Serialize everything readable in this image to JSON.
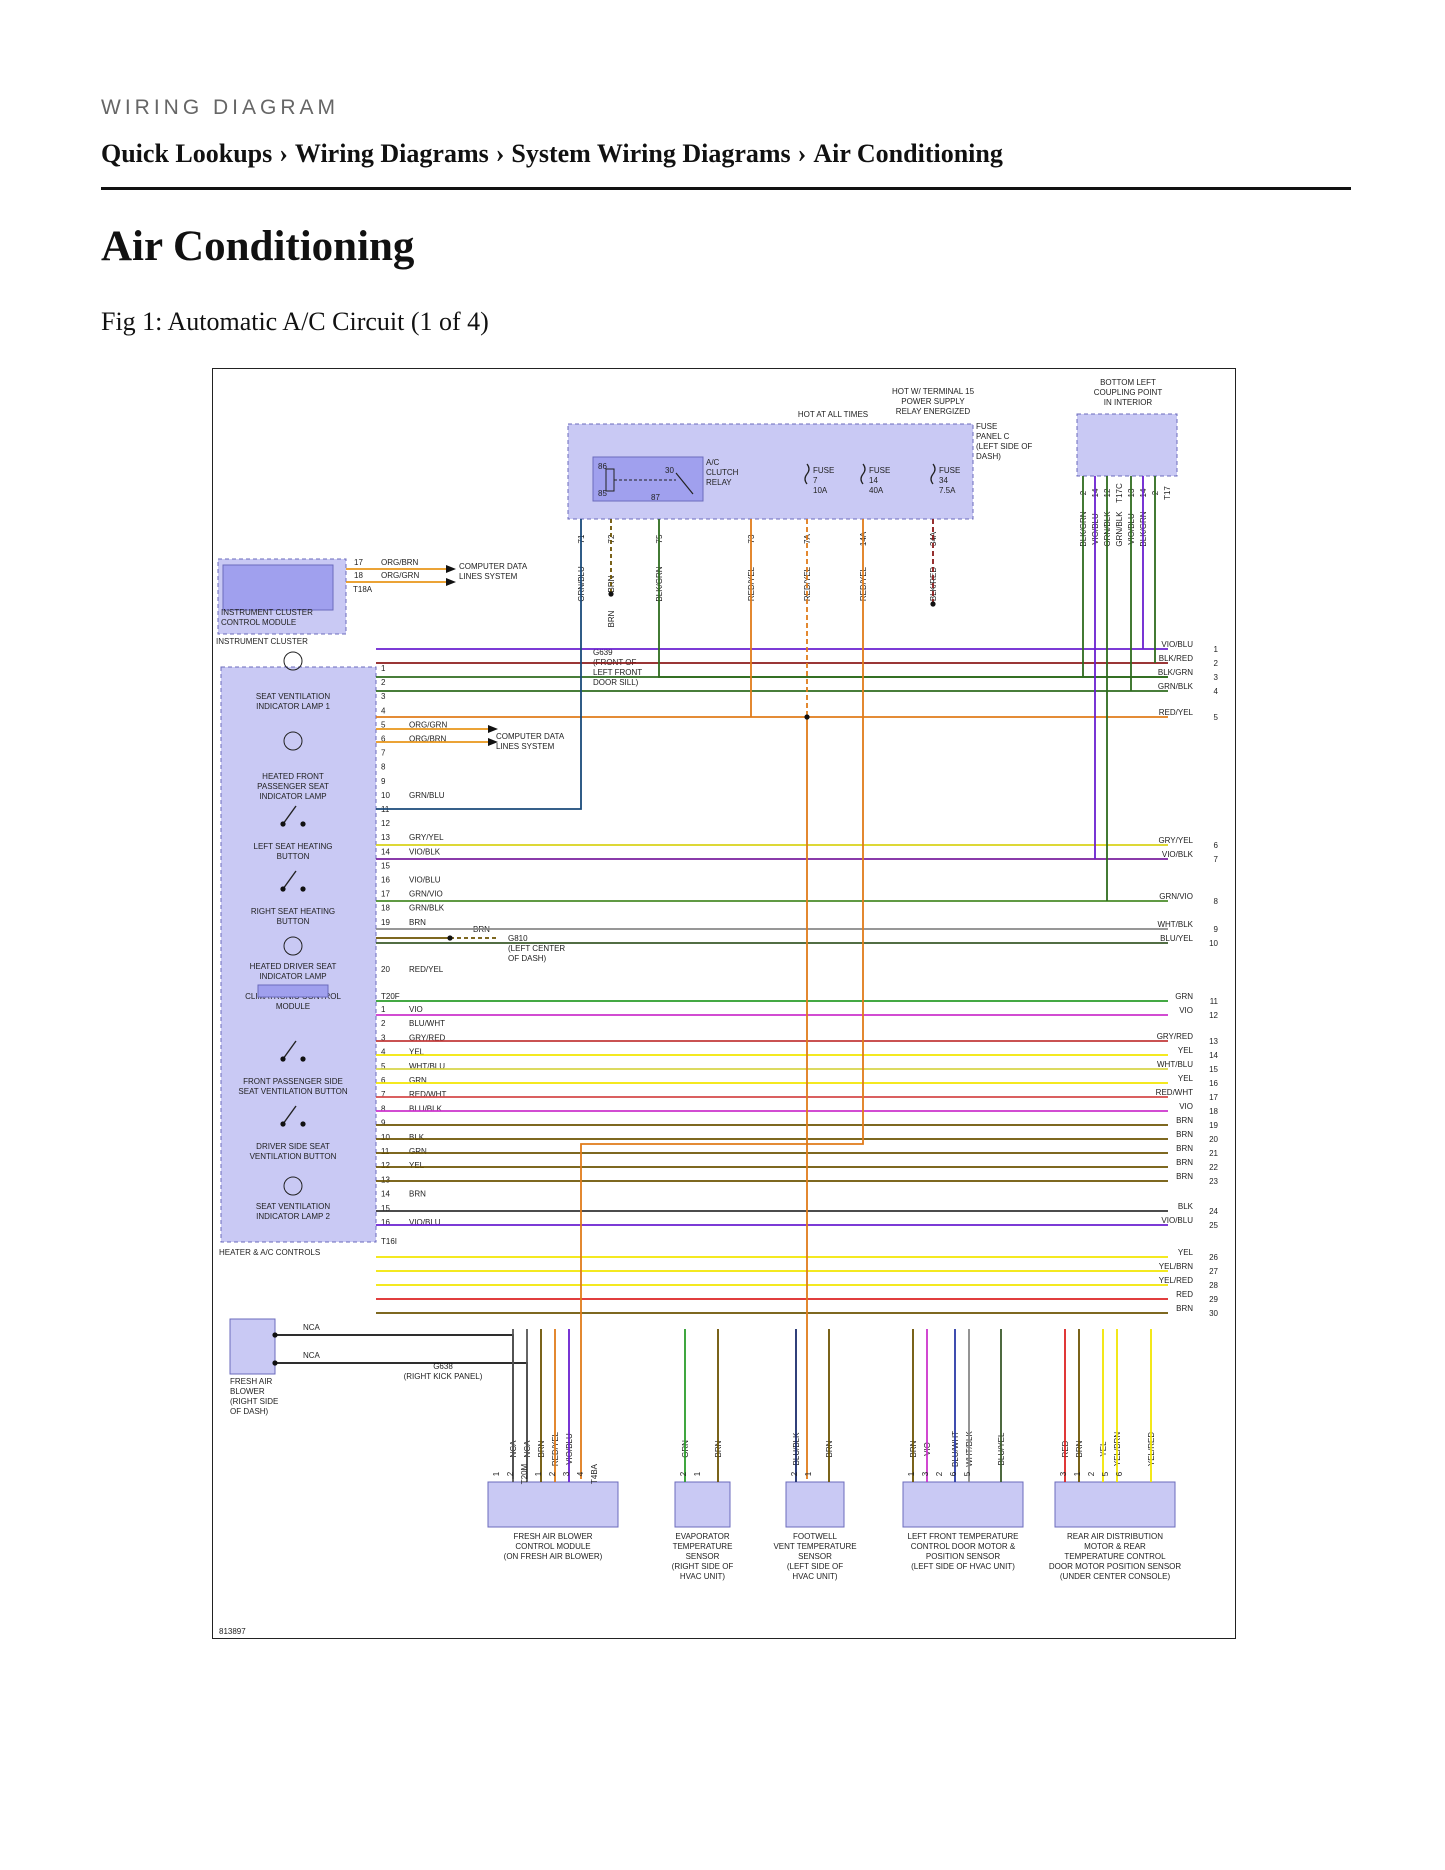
{
  "header": {
    "eyebrow": "WIRING DIAGRAM",
    "breadcrumb": [
      "Quick Lookups",
      "Wiring Diagrams",
      "System Wiring Diagrams",
      "Air Conditioning"
    ],
    "separator": "›"
  },
  "page": {
    "title": "Air Conditioning",
    "figure_caption": "Fig 1: Automatic A/C Circuit (1 of 4)"
  },
  "diagram": {
    "figure_id": "813897",
    "top_labels": {
      "hot_always": "HOT AT ALL TIMES",
      "hot_t15": [
        "HOT W/ TERMINAL 15",
        "POWER SUPPLY",
        "RELAY ENERGIZED"
      ],
      "coupling_point": [
        "BOTTOM LEFT",
        "COUPLING POINT",
        "IN INTERIOR"
      ],
      "fuse_panel": [
        "FUSE",
        "PANEL C",
        "(LEFT SIDE OF",
        "DASH)"
      ]
    },
    "relay": {
      "label": [
        "A/C",
        "CLUTCH",
        "RELAY"
      ],
      "pins": [
        "86",
        "30",
        "85",
        "87"
      ]
    },
    "fuses": [
      {
        "label": [
          "FUSE",
          "7",
          "10A"
        ]
      },
      {
        "label": [
          "FUSE",
          "14",
          "40A"
        ]
      },
      {
        "label": [
          "FUSE",
          "34",
          "7.5A"
        ]
      }
    ],
    "top_pins": [
      "71",
      "72",
      "75",
      "73",
      "7A",
      "14A",
      "34A"
    ],
    "top_wires": [
      "GRN/BLU",
      "BRN",
      "BLK/GRN",
      "RED/YEL",
      "RED/YEL",
      "RED/YEL",
      "BLK/RED"
    ],
    "brn_ground": [
      "BRN",
      "G639",
      "(FRONT OF",
      "LEFT FRONT",
      "DOOR SILL)"
    ],
    "coupling_pins": [
      "2",
      "14",
      "12",
      "T17C",
      "13",
      "14",
      "2",
      "T17"
    ],
    "coupling_wires": [
      "BLK/GRN",
      "VIO/BLU",
      "GRN/BLK",
      "GRN/BLK",
      "VIO/BLU",
      "BLK/GRN"
    ],
    "instrument_cluster": {
      "label": [
        "INSTRUMENT CLUSTER",
        "CONTROL MODULE"
      ],
      "group": "INSTRUMENT CLUSTER",
      "connector": "T18A",
      "pins": [
        {
          "num": "17",
          "wire": "ORG/BRN"
        },
        {
          "num": "18",
          "wire": "ORG/GRN"
        }
      ],
      "dest": [
        "COMPUTER DATA",
        "LINES SYSTEM"
      ]
    },
    "heater_controls": {
      "group": "HEATER & A/C CONTROLS",
      "components": [
        [
          "SEAT VENTILATION",
          "INDICATOR LAMP 1"
        ],
        [
          "HEATED FRONT",
          "PASSENGER SEAT",
          "INDICATOR LAMP"
        ],
        [
          "LEFT SEAT HEATING",
          "BUTTON"
        ],
        [
          "RIGHT SEAT HEATING",
          "BUTTON"
        ],
        [
          "HEATED DRIVER SEAT",
          "INDICATOR LAMP"
        ],
        [
          "CLIMATRONIC CONTROL",
          "MODULE"
        ],
        [
          "FRONT PASSENGER SIDE",
          "SEAT VENTILATION BUTTON"
        ],
        [
          "DRIVER SIDE SEAT",
          "VENTILATION BUTTON"
        ],
        [
          "SEAT VENTILATION",
          "INDICATOR LAMP 2"
        ]
      ],
      "connector_a": "T20F",
      "connector_b": "T16I",
      "pins_a": [
        {
          "num": "1",
          "wire": ""
        },
        {
          "num": "2",
          "wire": ""
        },
        {
          "num": "3",
          "wire": ""
        },
        {
          "num": "4",
          "wire": ""
        },
        {
          "num": "5",
          "wire": "ORG/GRN"
        },
        {
          "num": "6",
          "wire": "ORG/BRN"
        },
        {
          "num": "7",
          "wire": ""
        },
        {
          "num": "8",
          "wire": ""
        },
        {
          "num": "9",
          "wire": ""
        },
        {
          "num": "10",
          "wire": "GRN/BLU"
        },
        {
          "num": "11",
          "wire": ""
        },
        {
          "num": "12",
          "wire": ""
        },
        {
          "num": "13",
          "wire": "GRY/YEL"
        },
        {
          "num": "14",
          "wire": "VIO/BLK"
        },
        {
          "num": "15",
          "wire": ""
        },
        {
          "num": "16",
          "wire": "VIO/BLU"
        },
        {
          "num": "17",
          "wire": "GRN/VIO"
        },
        {
          "num": "18",
          "wire": "GRN/BLK"
        },
        {
          "num": "19",
          "wire": "BRN"
        },
        {
          "num": "20",
          "wire": "RED/YEL"
        }
      ],
      "pins_b": [
        {
          "num": "1",
          "wire": "VIO"
        },
        {
          "num": "2",
          "wire": "BLU/WHT"
        },
        {
          "num": "3",
          "wire": "GRY/RED"
        },
        {
          "num": "4",
          "wire": "YEL"
        },
        {
          "num": "5",
          "wire": "WHT/BLU"
        },
        {
          "num": "6",
          "wire": "GRN"
        },
        {
          "num": "7",
          "wire": "RED/WHT"
        },
        {
          "num": "8",
          "wire": "BLU/BLK"
        },
        {
          "num": "9",
          "wire": ""
        },
        {
          "num": "10",
          "wire": "BLK"
        },
        {
          "num": "11",
          "wire": "GRN"
        },
        {
          "num": "12",
          "wire": "YEL"
        },
        {
          "num": "13",
          "wire": ""
        },
        {
          "num": "14",
          "wire": "BRN"
        },
        {
          "num": "15",
          "wire": ""
        },
        {
          "num": "16",
          "wire": "VIO/BLU"
        }
      ],
      "dest": [
        "COMPUTER DATA",
        "LINES SYSTEM"
      ]
    },
    "g810": [
      "BRN",
      "G810",
      "(LEFT CENTER",
      "OF DASH)"
    ],
    "g638": [
      "G638",
      "(RIGHT KICK PANEL)"
    ],
    "right_refs": [
      {
        "n": "1",
        "wire": "VIO/BLU"
      },
      {
        "n": "2",
        "wire": "BLK/RED"
      },
      {
        "n": "3",
        "wire": "BLK/GRN"
      },
      {
        "n": "4",
        "wire": "GRN/BLK"
      },
      {
        "n": "5",
        "wire": "RED/YEL"
      },
      {
        "n": "6",
        "wire": "GRY/YEL"
      },
      {
        "n": "7",
        "wire": "VIO/BLK"
      },
      {
        "n": "8",
        "wire": "GRN/VIO"
      },
      {
        "n": "9",
        "wire": "WHT/BLK"
      },
      {
        "n": "10",
        "wire": "BLU/YEL"
      },
      {
        "n": "11",
        "wire": "GRN"
      },
      {
        "n": "12",
        "wire": "VIO"
      },
      {
        "n": "13",
        "wire": "GRY/RED"
      },
      {
        "n": "14",
        "wire": "YEL"
      },
      {
        "n": "15",
        "wire": "WHT/BLU"
      },
      {
        "n": "16",
        "wire": "YEL"
      },
      {
        "n": "17",
        "wire": "RED/WHT"
      },
      {
        "n": "18",
        "wire": "VIO"
      },
      {
        "n": "19",
        "wire": "BRN"
      },
      {
        "n": "20",
        "wire": "BRN"
      },
      {
        "n": "21",
        "wire": "BRN"
      },
      {
        "n": "22",
        "wire": "BRN"
      },
      {
        "n": "23",
        "wire": "BRN"
      },
      {
        "n": "24",
        "wire": "BLK"
      },
      {
        "n": "25",
        "wire": "VIO/BLU"
      },
      {
        "n": "26",
        "wire": "YEL"
      },
      {
        "n": "27",
        "wire": "YEL/BRN"
      },
      {
        "n": "28",
        "wire": "YEL/RED"
      },
      {
        "n": "29",
        "wire": "RED"
      },
      {
        "n": "30",
        "wire": "BRN"
      }
    ],
    "blower": {
      "label": [
        "FRESH AIR",
        "BLOWER",
        "(RIGHT SIDE",
        "OF DASH)"
      ],
      "wires": [
        "NCA",
        "NCA"
      ]
    },
    "bottom_components": [
      {
        "label": [
          "FRESH AIR BLOWER",
          "CONTROL MODULE",
          "(ON FRESH AIR BLOWER)"
        ],
        "pins": [
          "1",
          "2",
          "T20M",
          "1",
          "2",
          "3",
          "4",
          "T4BA"
        ],
        "wires": [
          "NCA",
          "NCA",
          "BRN",
          "RED/YEL",
          "VIO/BLU"
        ]
      },
      {
        "label": [
          "EVAPORATOR",
          "TEMPERATURE",
          "SENSOR",
          "(RIGHT SIDE OF",
          "HVAC UNIT)"
        ],
        "pins": [
          "2",
          "1"
        ],
        "wires": [
          "GRN",
          "BRN"
        ]
      },
      {
        "label": [
          "FOOTWELL",
          "VENT TEMPERATURE",
          "SENSOR",
          "(LEFT SIDE OF",
          "HVAC UNIT)"
        ],
        "pins": [
          "2",
          "1"
        ],
        "wires": [
          "BLU/BLK",
          "BRN"
        ]
      },
      {
        "label": [
          "LEFT FRONT TEMPERATURE",
          "CONTROL DOOR MOTOR &",
          "POSITION SENSOR",
          "(LEFT SIDE OF HVAC UNIT)"
        ],
        "pins": [
          "1",
          "3",
          "2",
          "6",
          "5"
        ],
        "wires": [
          "BRN",
          "VIO",
          "BLU/WHT",
          "WHT/BLK",
          "BLU/YEL"
        ]
      },
      {
        "label": [
          "REAR AIR DISTRIBUTION",
          "MOTOR & REAR",
          "TEMPERATURE CONTROL",
          "DOOR MOTOR POSITION SENSOR",
          "(UNDER CENTER CONSOLE)"
        ],
        "pins": [
          "3",
          "1",
          "2",
          "5",
          "6"
        ],
        "wires": [
          "RED",
          "BRN",
          "YEL",
          "YEL/BRN",
          "YEL/RED"
        ]
      }
    ],
    "colors": {
      "module_fill": "#c9c9f4",
      "module_fill_dark": "#a0a0ee",
      "GRN": "#2a9d2a",
      "BLK/GRN": "#2e6b1e",
      "GRN/BLK": "#2e6b1e",
      "VIO": "#cc33cc",
      "VIO/BLU": "#6a1fd0",
      "VIO/BLK": "#7a1f9e",
      "RED/YEL": "#e07b1a",
      "BLK/RED": "#8b1a1a",
      "GRY/YEL": "#d8d21a",
      "GRN/VIO": "#4a8c2a",
      "BRN": "#6b5200",
      "BLK": "#333333",
      "YEL": "#f2e600",
      "BLU/WHT": "#2a3aa8",
      "BLU/BLK": "#1a2a6b",
      "GRY/RED": "#c23a3a",
      "WHT/BLU": "#d7d44a",
      "RED/WHT": "#d44a4a",
      "WHT/BLK": "#888888",
      "BLU/YEL": "#3a5a2a",
      "ORG": "#e8961a",
      "RED": "#dd2222",
      "GRN/BLU": "#1a4a7a"
    }
  }
}
